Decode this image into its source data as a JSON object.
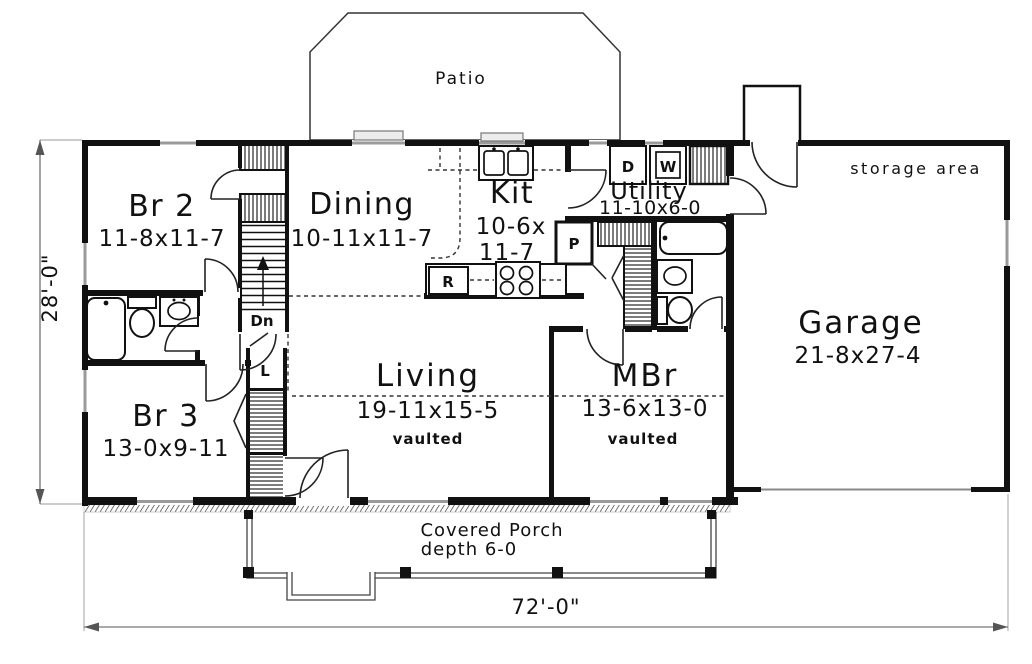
{
  "drawing": {
    "overall_width": "72'-0\"",
    "overall_depth": "28'-0\""
  },
  "rooms": {
    "patio": {
      "name": "Patio"
    },
    "br2": {
      "name": "Br 2",
      "dims": "11-8x11-7"
    },
    "dining": {
      "name": "Dining",
      "dims": "10-11x11-7"
    },
    "kitchen": {
      "name": "Kit",
      "dims_line1": "10-6x",
      "dims_line2": "11-7"
    },
    "utility": {
      "name": "Utility",
      "dims": "11-10x6-0"
    },
    "storage": {
      "name": "storage area"
    },
    "garage": {
      "name": "Garage",
      "dims": "21-8x27-4"
    },
    "br3": {
      "name": "Br 3",
      "dims": "13-0x9-11"
    },
    "living": {
      "name": "Living",
      "dims": "19-11x15-5",
      "note": "vaulted"
    },
    "mbr": {
      "name": "MBr",
      "dims": "13-6x13-0",
      "note": "vaulted"
    },
    "porch": {
      "name": "Covered Porch",
      "dims": "depth 6-0"
    }
  },
  "fixtures": {
    "stairs": "Dn",
    "dryer": "D",
    "washer": "W",
    "pantry": "P",
    "appliance": "R",
    "linen": "L"
  },
  "colors": {
    "wall": "#111111",
    "paper": "#ffffff",
    "window": "#9a9a9a"
  }
}
